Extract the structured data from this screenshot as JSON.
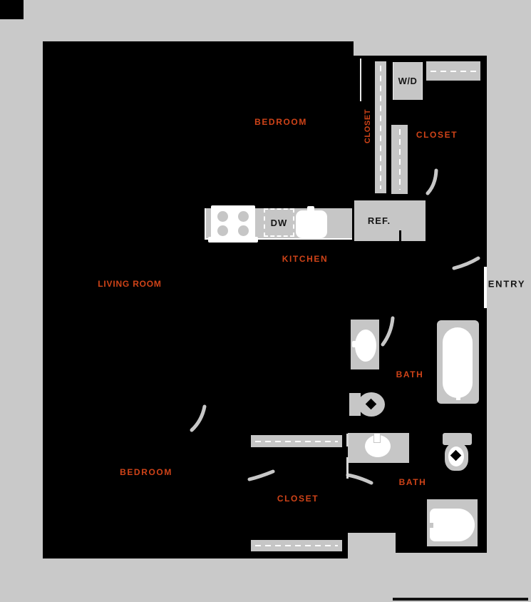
{
  "plan": {
    "title": "apartment floor plan",
    "rooms": {
      "bedroom_top": "BEDROOM",
      "closet_laundry": "CLOSET",
      "closet_hall": "CLOSET",
      "kitchen": "KITCHEN",
      "living_room": "LIVING ROOM",
      "bath_main": "BATH",
      "bedroom_bottom": "BEDROOM",
      "closet_bedroom": "CLOSET",
      "bath_second": "BATH",
      "entry": "ENTRY"
    },
    "fixtures": {
      "washer_dryer": "W/D",
      "dishwasher": "DW",
      "refrigerator": "REF."
    },
    "colors": {
      "background": "#c9c9c9",
      "floor": "#000000",
      "fixture_gray": "#c6c6c6",
      "room_label": "#cf4318",
      "text_dark": "#161616",
      "white": "#ffffff"
    }
  }
}
